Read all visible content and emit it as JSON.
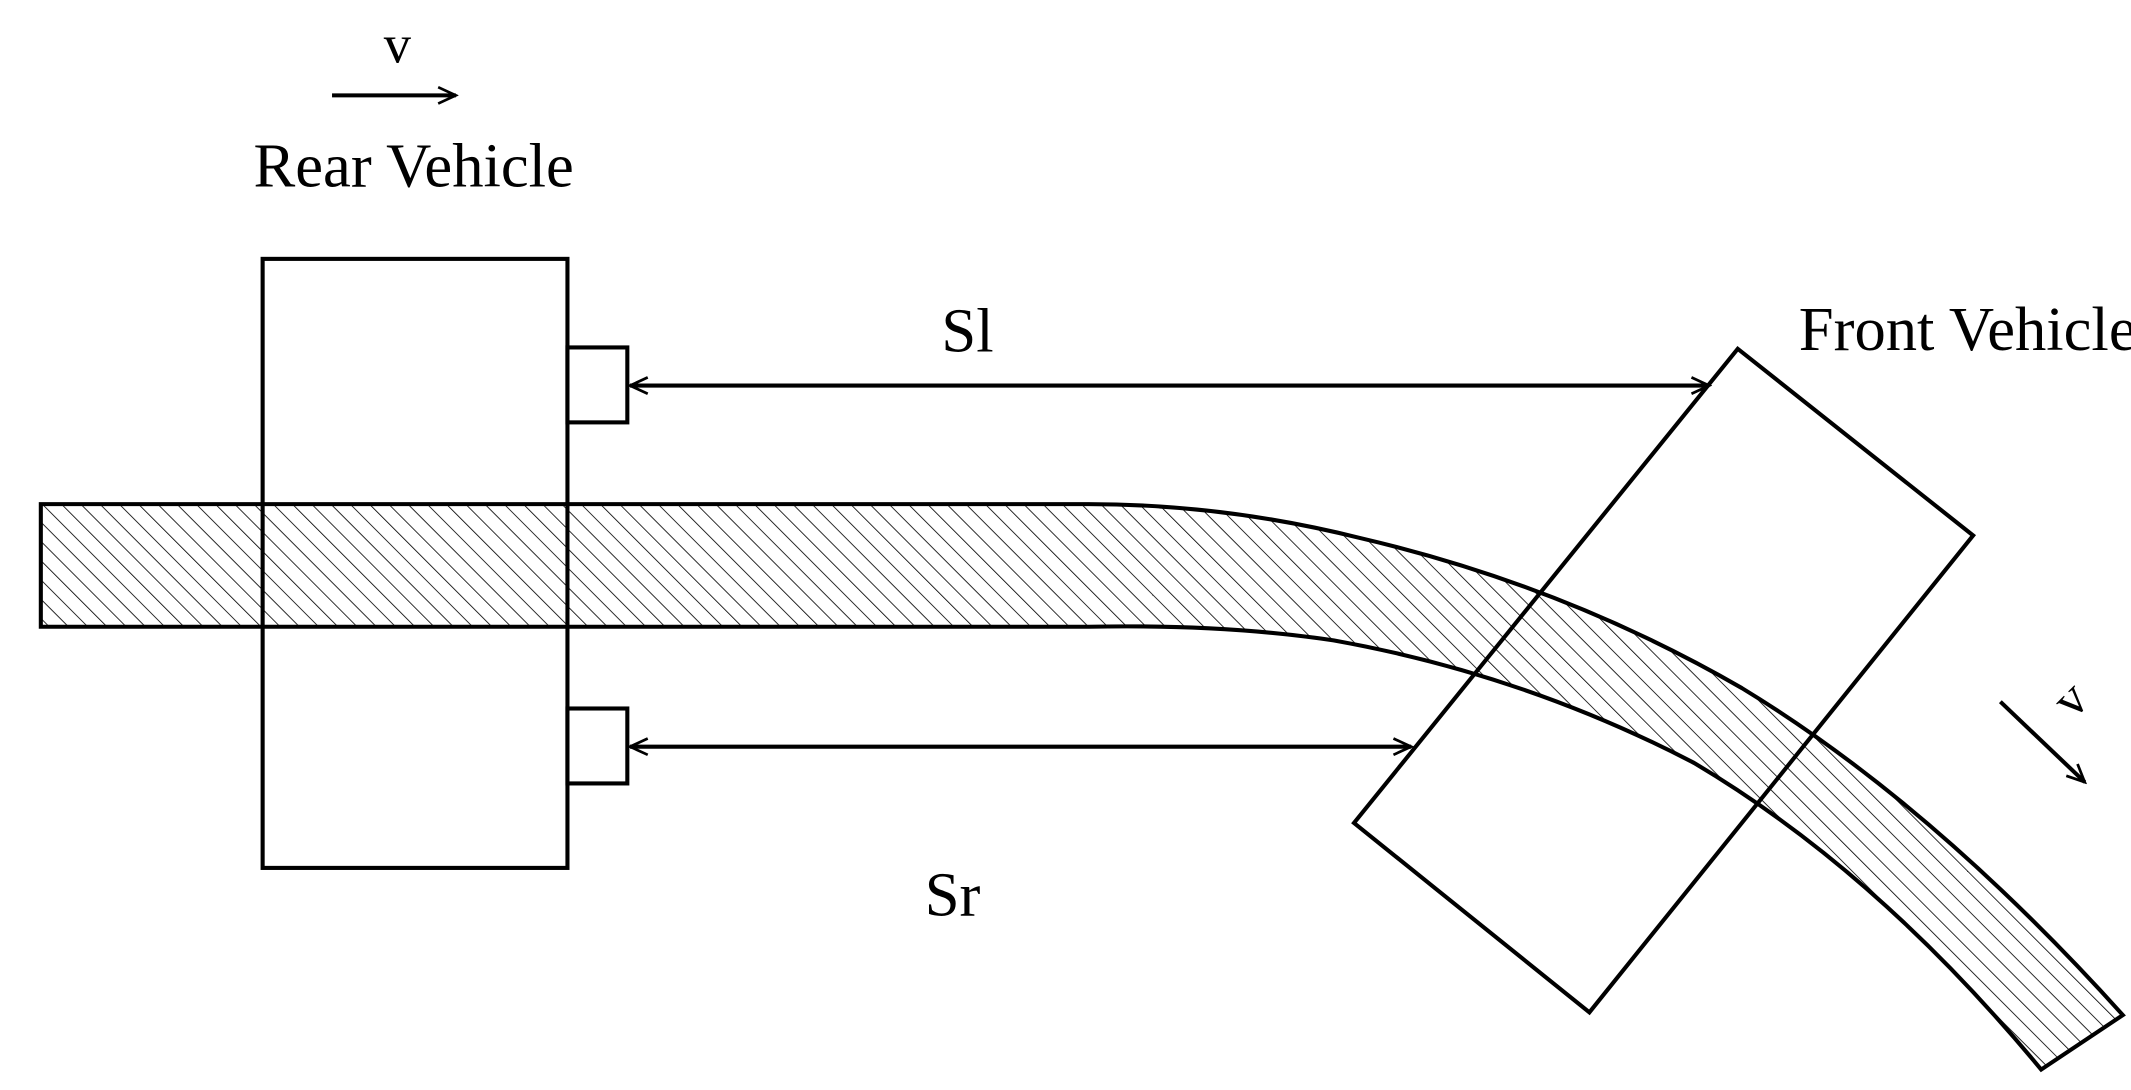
{
  "labels": {
    "rear_velocity": "v",
    "rear_vehicle": "Rear Vehicle",
    "front_vehicle": "Front Vehicle",
    "front_velocity": "v",
    "left_distance": "Sl",
    "right_distance": "Sr"
  },
  "colors": {
    "ink": "#000000",
    "background": "#ffffff"
  }
}
